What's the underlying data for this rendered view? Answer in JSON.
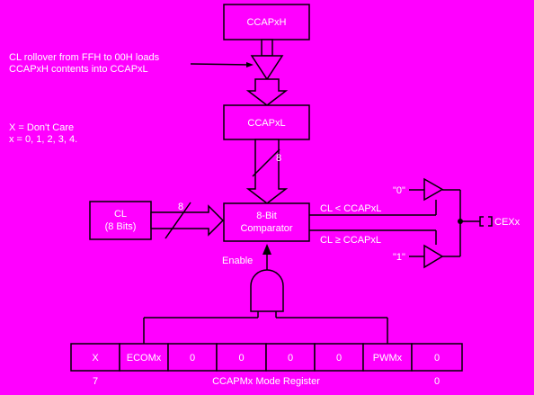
{
  "blocks": {
    "ccapxh": "CCAPxH",
    "ccapxl": "CCAPxL",
    "cl_line1": "CL",
    "cl_line2": "(8 Bits)",
    "comparator_line1": "8-Bit",
    "comparator_line2": "Comparator"
  },
  "notes": {
    "rollover_line1": "CL rollover from FFH to 00H loads",
    "rollover_line2": "CCAPxH contents into CCAPxL",
    "dont_care_line1": "X = Don't Care",
    "dont_care_line2": "x = 0, 1, 2, 3, 4."
  },
  "bus_widths": {
    "ccapxl_bus": "8",
    "cl_bus": "8"
  },
  "signals": {
    "cl_less": "CL < CCAPxL",
    "cl_greater_equal": "CL ≥ CCAPxL",
    "value_zero": "\"0\"",
    "value_one": "\"1\"",
    "output_pin": "CEXx",
    "enable": "Enable"
  },
  "register": {
    "cells": [
      "X",
      "ECOMx",
      "0",
      "0",
      "0",
      "0",
      "PWMx",
      "0"
    ],
    "title": "CCAPMx Mode Register",
    "msb_index": "7",
    "lsb_index": "0"
  }
}
